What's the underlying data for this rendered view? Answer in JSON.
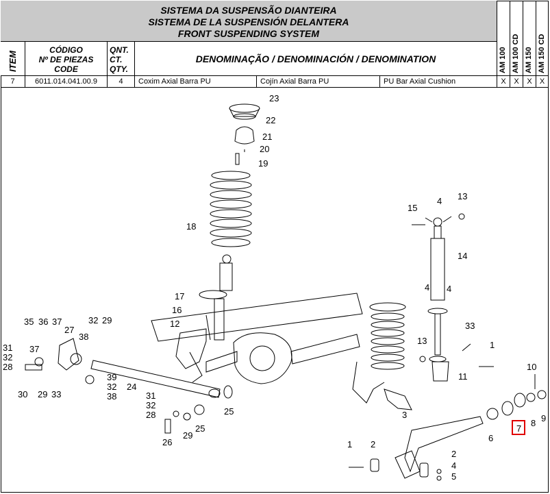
{
  "title": {
    "line1": "SISTEMA DA SUSPENSÃO DIANTEIRA",
    "line2": "SISTEMA DE LA SUSPENSIÓN DELANTERA",
    "line3": "FRONT SUSPENDING SYSTEM"
  },
  "headers": {
    "item": "ITEM",
    "code_l1": "CÓDIGO",
    "code_l2": "Nº DE PIEZAS",
    "code_l3": "CODE",
    "qty_l1": "QNT.",
    "qty_l2": "CT.",
    "qty_l3": "QTY.",
    "denomination": "DENOMINAÇÃO / DENOMINACIÓN / DENOMINATION",
    "models": [
      "AM 100",
      "AM 100 CD",
      "AM 150",
      "AM 150 CD"
    ]
  },
  "row": {
    "item": "7",
    "code": "6011.014.041.00.9",
    "qty": "4",
    "pt": "Coxim Axial Barra PU",
    "es": "Cojín Axial Barra PU",
    "en": "PU Bar Axial Cushion",
    "marks": [
      "X",
      "X",
      "X",
      "X"
    ]
  },
  "callouts": [
    "23",
    "22",
    "21",
    "20",
    "19",
    "18",
    "17",
    "16",
    "12",
    "15",
    "4",
    "13",
    "14",
    "4",
    "4",
    "33",
    "13",
    "1",
    "11",
    "10",
    "35",
    "36",
    "37",
    "32",
    "29",
    "27",
    "38",
    "31",
    "32",
    "28",
    "37",
    "30",
    "29",
    "33",
    "39",
    "32",
    "38",
    "24",
    "31",
    "32",
    "28",
    "29",
    "25",
    "26",
    "25",
    "3",
    "6",
    "7",
    "8",
    "9",
    "1",
    "2",
    "2",
    "4",
    "5"
  ],
  "highlighted_callout": "7"
}
